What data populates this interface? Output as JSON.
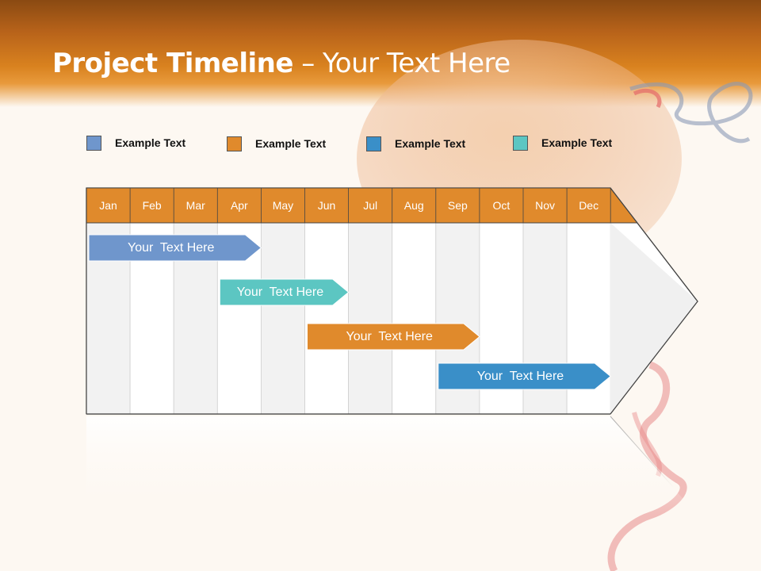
{
  "slide": {
    "title_bold": "Project Timeline",
    "title_rest": " – Your Text Here"
  },
  "colors": {
    "header": "#d9821f",
    "month_bar": "#e08a2c",
    "blue": "#6f96cc",
    "teal": "#5cc6c2",
    "orange": "#e08a2c",
    "deep_blue": "#3a8fc8"
  },
  "legend": [
    {
      "label": "Example Text",
      "color": "#6f96cc",
      "icon": "blue-square"
    },
    {
      "label": "Example Text",
      "color": "#e08a2c",
      "icon": "orange-square"
    },
    {
      "label": "Example Text",
      "color": "#3a8fc8",
      "icon": "deep-blue-square"
    },
    {
      "label": "Example Text",
      "color": "#5cc6c2",
      "icon": "teal-square"
    }
  ],
  "months": [
    "Jan",
    "Feb",
    "Mar",
    "Apr",
    "May",
    "Jun",
    "Jul",
    "Aug",
    "Sep",
    "Oct",
    "Nov",
    "Dec"
  ],
  "tasks": [
    {
      "label": "Your  Text Here",
      "color": "#6f96cc",
      "start": "Jan",
      "end": "Apr"
    },
    {
      "label": "Your  Text Here",
      "color": "#5cc6c2",
      "start": "Apr",
      "end": "Jun"
    },
    {
      "label": "Your  Text Here",
      "color": "#e08a2c",
      "start": "Jun",
      "end": "Sep"
    },
    {
      "label": "Your  Text Here",
      "color": "#3a8fc8",
      "start": "Sep",
      "end": "Dec"
    }
  ]
}
